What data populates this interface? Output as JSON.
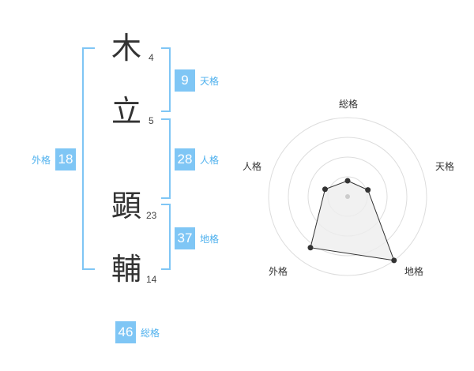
{
  "characters": [
    {
      "char": "木",
      "strokes": "4"
    },
    {
      "char": "立",
      "strokes": "5"
    },
    {
      "char": "顕",
      "strokes": "23"
    },
    {
      "char": "輔",
      "strokes": "14"
    }
  ],
  "kaku": {
    "tenkaku": {
      "value": "9",
      "label": "天格"
    },
    "jinkaku": {
      "value": "28",
      "label": "人格"
    },
    "chikaku": {
      "value": "37",
      "label": "地格"
    },
    "gaikaku": {
      "value": "18",
      "label": "外格"
    },
    "soukaku": {
      "value": "46",
      "label": "総格"
    }
  },
  "radar": {
    "axes": [
      "総格",
      "天格",
      "地格",
      "外格",
      "人格"
    ],
    "values": [
      0.2,
      0.27,
      1.0,
      0.8,
      0.3
    ],
    "colors": {
      "ring": "#dddddd",
      "fill": "#eeeeee",
      "line": "#333333",
      "point": "#333333",
      "center": "#cccccc"
    }
  },
  "colors": {
    "accent": "#7fc6f5",
    "label": "#4fb1ee"
  }
}
